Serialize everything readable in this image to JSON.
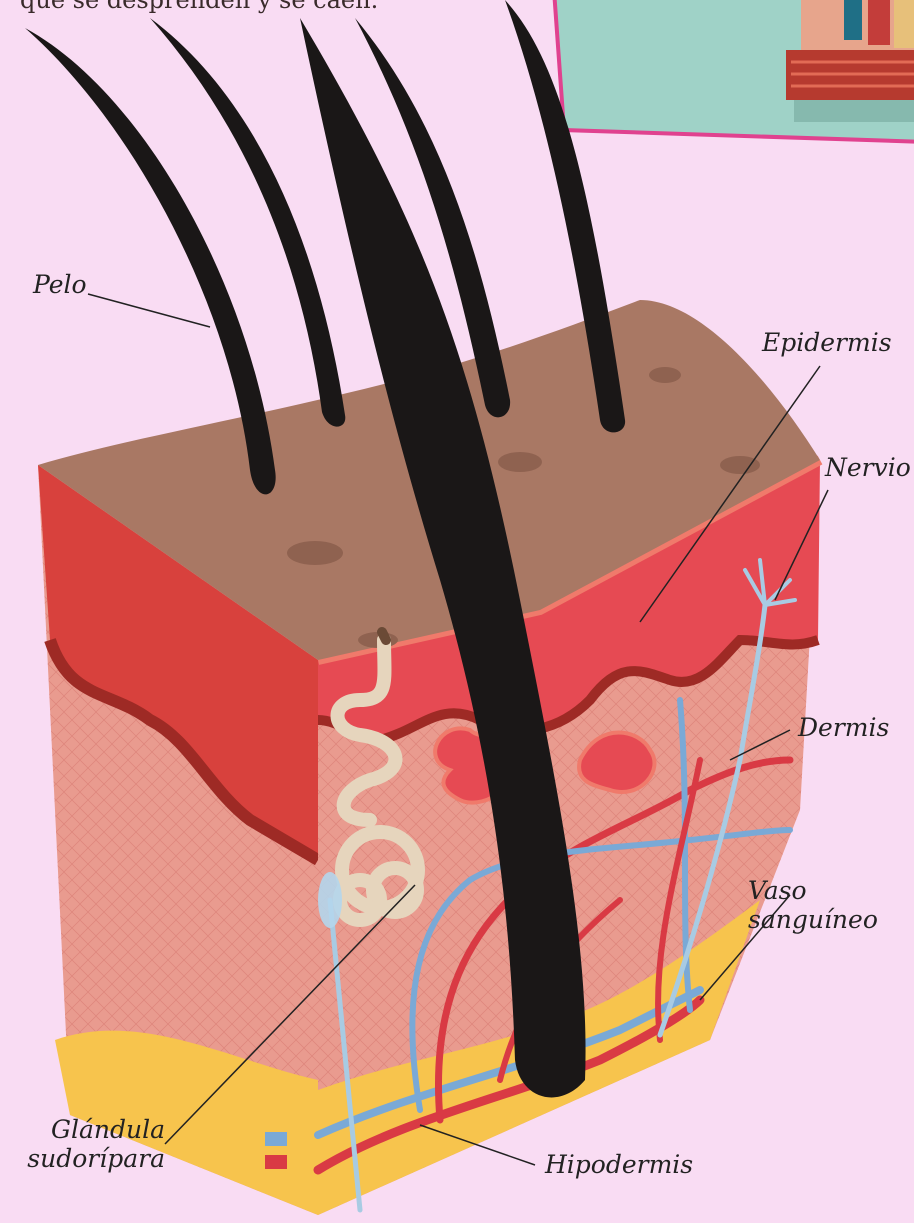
{
  "page_text": {
    "top_fragment": "que se desprenden y se caen."
  },
  "colors": {
    "background": "#f9dcf3",
    "panel_background": "#9fd2c7",
    "panel_border": "#e0428f",
    "skin_top": "#a97864",
    "epidermis": "#e64a53",
    "dermis": "#e99b8f",
    "hypodermis": "#f7c44d",
    "hair": "#1a1717",
    "blood_vessel_red": "#d93a44",
    "blood_vessel_blue": "#7aa9d6",
    "nerve": "#a8cbe3",
    "gland": "#e6d5bd"
  },
  "labels": {
    "hair": "Pelo",
    "epidermis": "Epidermis",
    "nerve": "Nervio",
    "dermis": "Dermis",
    "vessel_line1": "Vaso",
    "vessel_line2": "sanguíneo",
    "gland_line1": "Glándula",
    "gland_line2": "sudorípara",
    "hypodermis": "Hipodermis"
  }
}
